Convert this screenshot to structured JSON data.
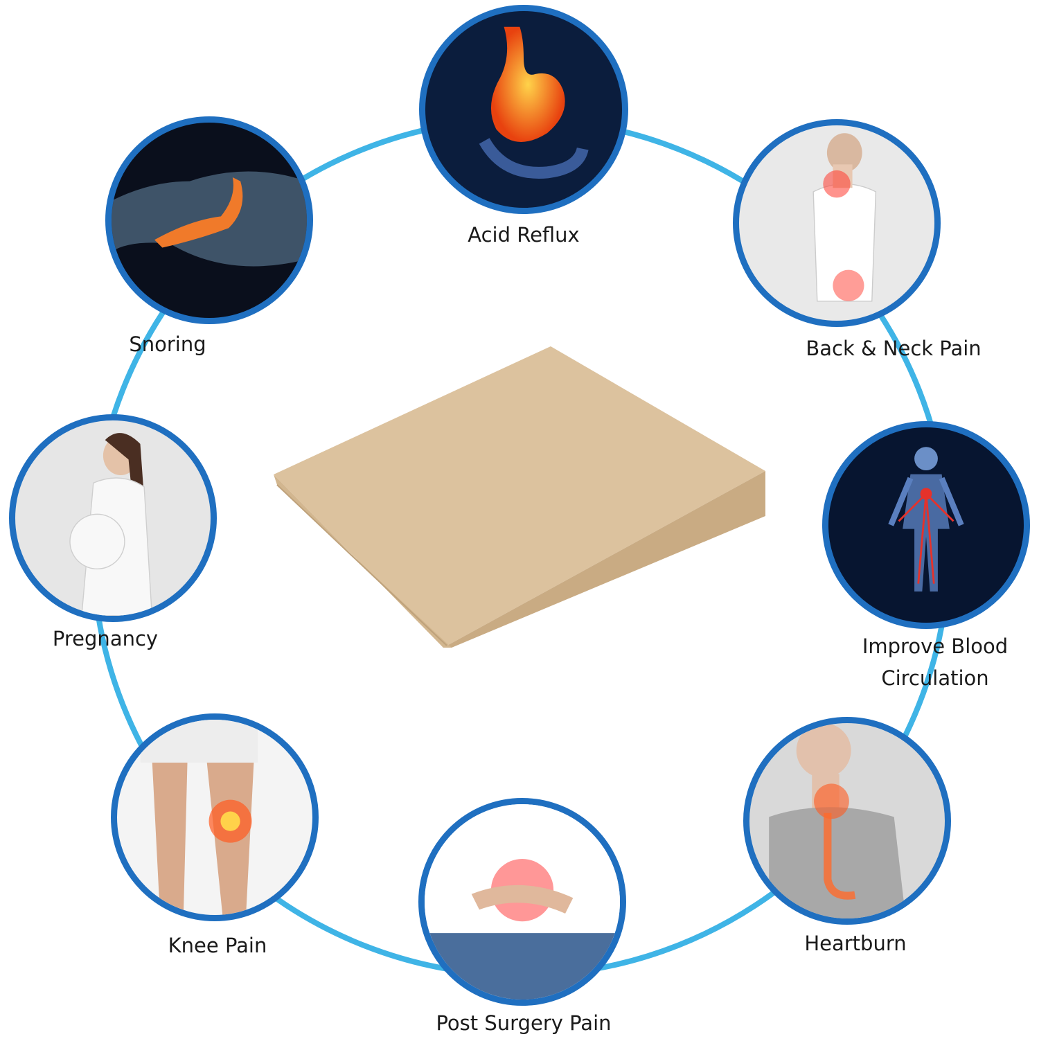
{
  "theme": {
    "ring_color": "#3fb4e6",
    "bubble_border": "#1f6fc0",
    "pillow_top": "#dcc29e",
    "pillow_side": "#c9ab83",
    "text_color": "#1a1a1a"
  },
  "center_item": {
    "name": "wedge-pillow",
    "color": "beige"
  },
  "benefits": [
    {
      "id": "acid-reflux",
      "label": "Acid Reflux",
      "icon": "stomach-icon"
    },
    {
      "id": "back-neck-pain",
      "label": "Back & Neck Pain",
      "icon": "back-pain-icon"
    },
    {
      "id": "blood-circulation",
      "label": "Improve Blood Circulation",
      "line1": "Improve Blood",
      "line2": "Circulation",
      "icon": "circulatory-system-icon"
    },
    {
      "id": "heartburn",
      "label": "Heartburn",
      "icon": "throat-burn-icon"
    },
    {
      "id": "post-surgery-pain",
      "label": "Post Surgery Pain",
      "icon": "abdominal-pain-icon"
    },
    {
      "id": "knee-pain",
      "label": "Knee Pain",
      "icon": "knee-pain-icon"
    },
    {
      "id": "pregnancy",
      "label": "Pregnancy",
      "icon": "pregnancy-icon"
    },
    {
      "id": "snoring",
      "label": "Snoring",
      "icon": "airway-icon"
    }
  ]
}
